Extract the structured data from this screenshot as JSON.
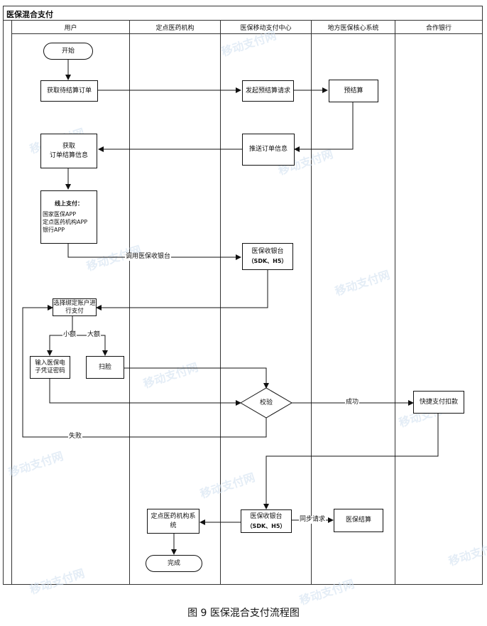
{
  "diagram": {
    "title": "医保混合支付",
    "caption": "图 9 医保混合支付流程图",
    "lanes": [
      "用户",
      "定点医药机构",
      "医保移动支付中心",
      "地方医保核心系统",
      "合作银行"
    ],
    "nodes": {
      "start": "开始",
      "get_order": "获取待结算订单",
      "initiate_prepay": "发起预结算请求",
      "prepay": "预结算",
      "push_order": "推送订单信息",
      "get_order_info_1": "获取",
      "get_order_info_2": "订单结算信息",
      "online_title": "线上支付：",
      "online_line1": "国家医保APP",
      "online_line2": "定点医药机构APP",
      "online_line3": "银行APP",
      "cashier1_line1": "医保收银台",
      "cashier1_line2": "（SDK、H5）",
      "select_account_1": "选择绑定账户进",
      "select_account_2": "行支付",
      "enter_pwd_1": "输入医保电",
      "enter_pwd_2": "子凭证密码",
      "face_scan": "扫脸",
      "verify": "校验",
      "quick_pay": "快捷支付扣款",
      "cashier2_line1": "医保收银台",
      "cashier2_line2": "（SDK、H5）",
      "insurance_settle": "医保结算",
      "pharmacy_system_1": "定点医药机构系",
      "pharmacy_system_2": "统",
      "done": "完成"
    },
    "edge_labels": {
      "call_cashier": "调用医保收银台",
      "small": "小额",
      "large": "大额",
      "success": "成功",
      "fail": "失败",
      "sync": "同步请求"
    },
    "watermark": "移动支付网"
  }
}
